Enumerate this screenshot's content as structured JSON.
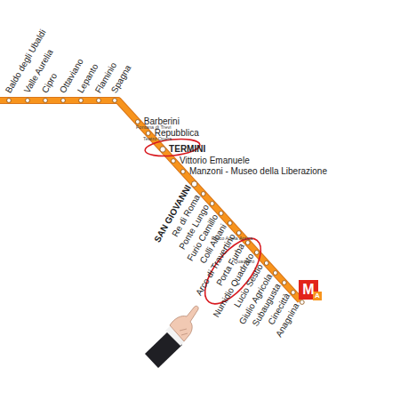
{
  "diagram": {
    "labels": [
      "Baldo degli Ubaldi",
      "Valle Aurelia",
      "Cipro",
      "Ottaviano",
      "Lepanto",
      "Flaminio",
      "Spagna",
      "Barberini",
      "Fontana di Trevi",
      "Repubblica",
      "Teatro Opera",
      "TERMINI",
      "Vittorio Emanuele",
      "Manzoni - Museo della Liberazione",
      "SAN GIOVANNI",
      "Re di Roma",
      "Ponte Lungo",
      "Furio Camillo",
      "Colli Albani",
      "Parco Appia Antica",
      "Arco di Travertino",
      "Porta Furba",
      "Quadraro",
      "Numidio Quadrato",
      "Lucio Sestio",
      "Giulio Agricola",
      "Subaugusta",
      "Cinecittà",
      "Anagnina",
      "M",
      "A"
    ]
  }
}
